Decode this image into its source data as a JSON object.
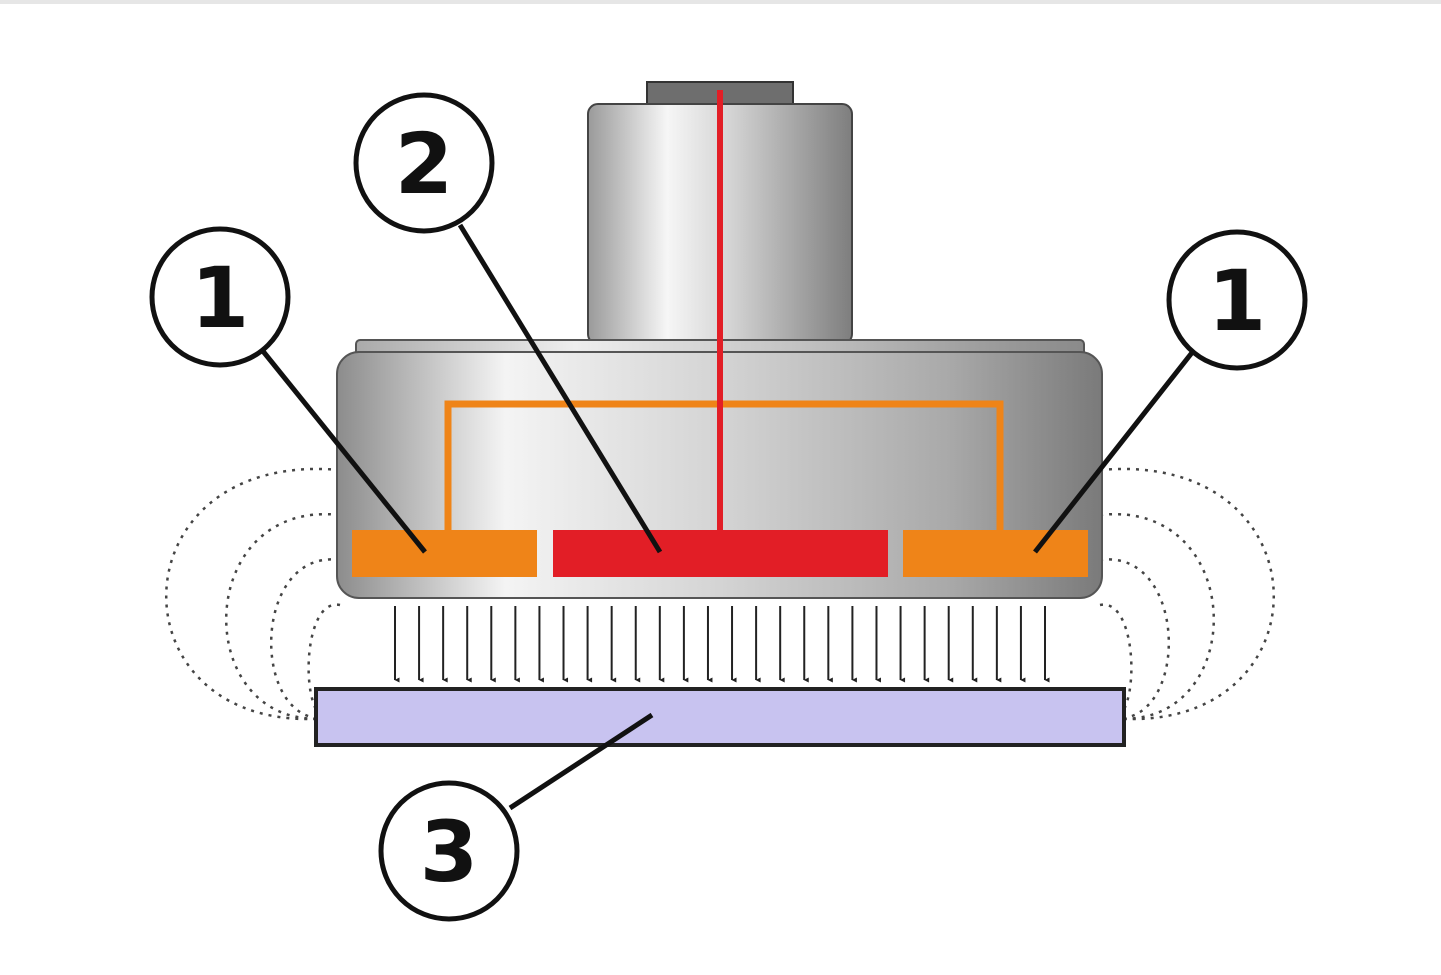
{
  "colors": {
    "guard_electrode": "#ef8418",
    "sensor_electrode": "#e21e26",
    "target": "#c8c3f0",
    "field_line": "#444444",
    "housing_light": "#f4f4f4",
    "housing_dark": "#8c8c8c",
    "outline": "#222222"
  },
  "callouts": {
    "guard_left": {
      "label": "1"
    },
    "sensor": {
      "label": "2"
    },
    "guard_right": {
      "label": "1"
    },
    "target": {
      "label": "3"
    }
  }
}
